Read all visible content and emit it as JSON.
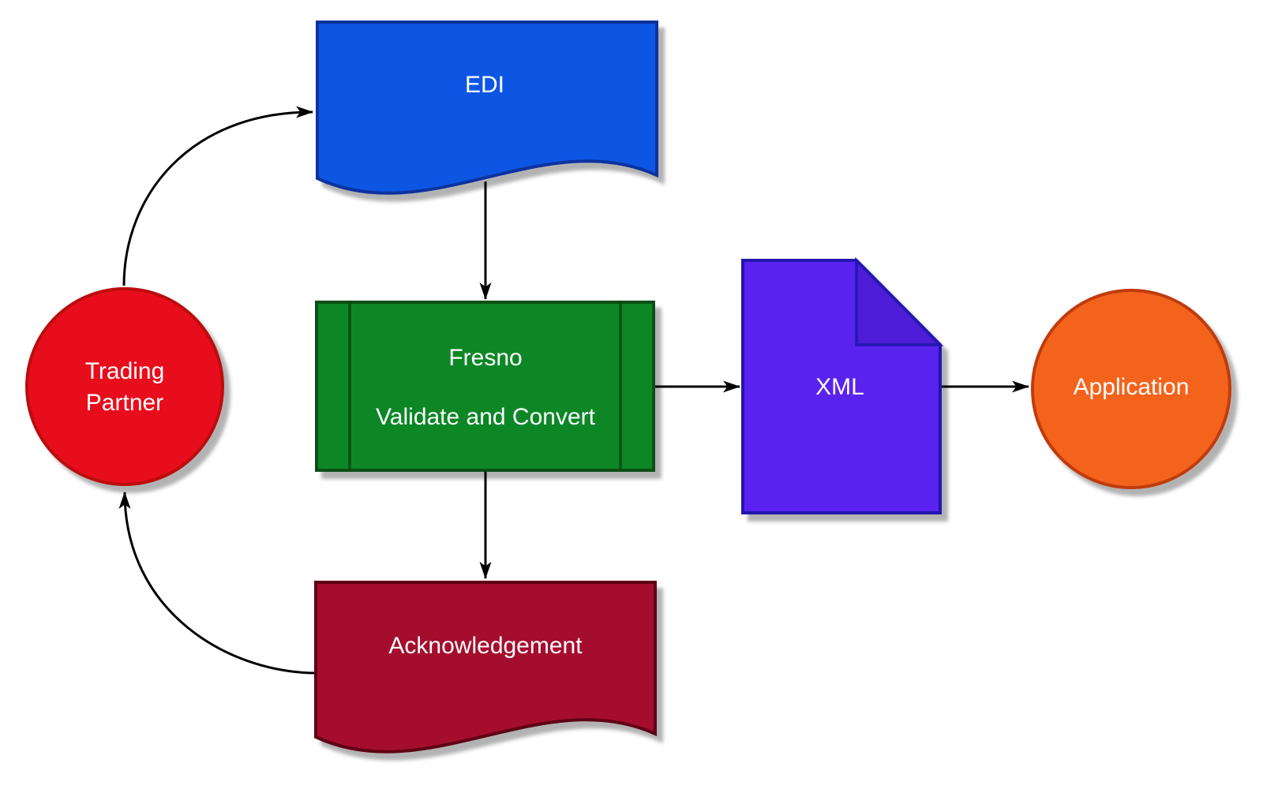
{
  "diagram": {
    "type": "flowchart",
    "background_color": "#ffffff",
    "edge_color": "#000000",
    "text_color": "#ffffff",
    "nodes": {
      "trading_partner": {
        "label": "Trading Partner",
        "line1": "Trading",
        "line2": "Partner",
        "shape": "circle",
        "fill": "#e8101a",
        "stroke": "#bb0a10"
      },
      "edi": {
        "label": "EDI",
        "shape": "document",
        "fill": "#0b57e3",
        "stroke": "#08339e"
      },
      "fresno": {
        "title": "Fresno",
        "subtitle": "Validate and Convert",
        "shape": "predefined-process",
        "fill": "#0e8726",
        "stroke": "#0a4f14"
      },
      "acknowledgement": {
        "label": "Acknowledgement",
        "shape": "document",
        "fill": "#a50f2e",
        "stroke": "#5e0517"
      },
      "xml": {
        "label": "XML",
        "shape": "note-folded-corner",
        "fill": "#5a23ef",
        "fold_fill": "#4c1cd6",
        "stroke": "#2317b0"
      },
      "application": {
        "label": "Application",
        "shape": "circle",
        "fill": "#f4641e",
        "stroke": "#c03a10"
      }
    },
    "edges": [
      {
        "from": "Trading Partner",
        "to": "EDI",
        "style": "curved-arrow"
      },
      {
        "from": "EDI",
        "to": "Fresno",
        "style": "straight-arrow"
      },
      {
        "from": "Fresno",
        "to": "XML",
        "style": "straight-arrow"
      },
      {
        "from": "Fresno",
        "to": "Acknowledgement",
        "style": "straight-arrow"
      },
      {
        "from": "XML",
        "to": "Application",
        "style": "straight-arrow"
      },
      {
        "from": "Acknowledgement",
        "to": "Trading Partner",
        "style": "curved-arrow"
      }
    ]
  }
}
